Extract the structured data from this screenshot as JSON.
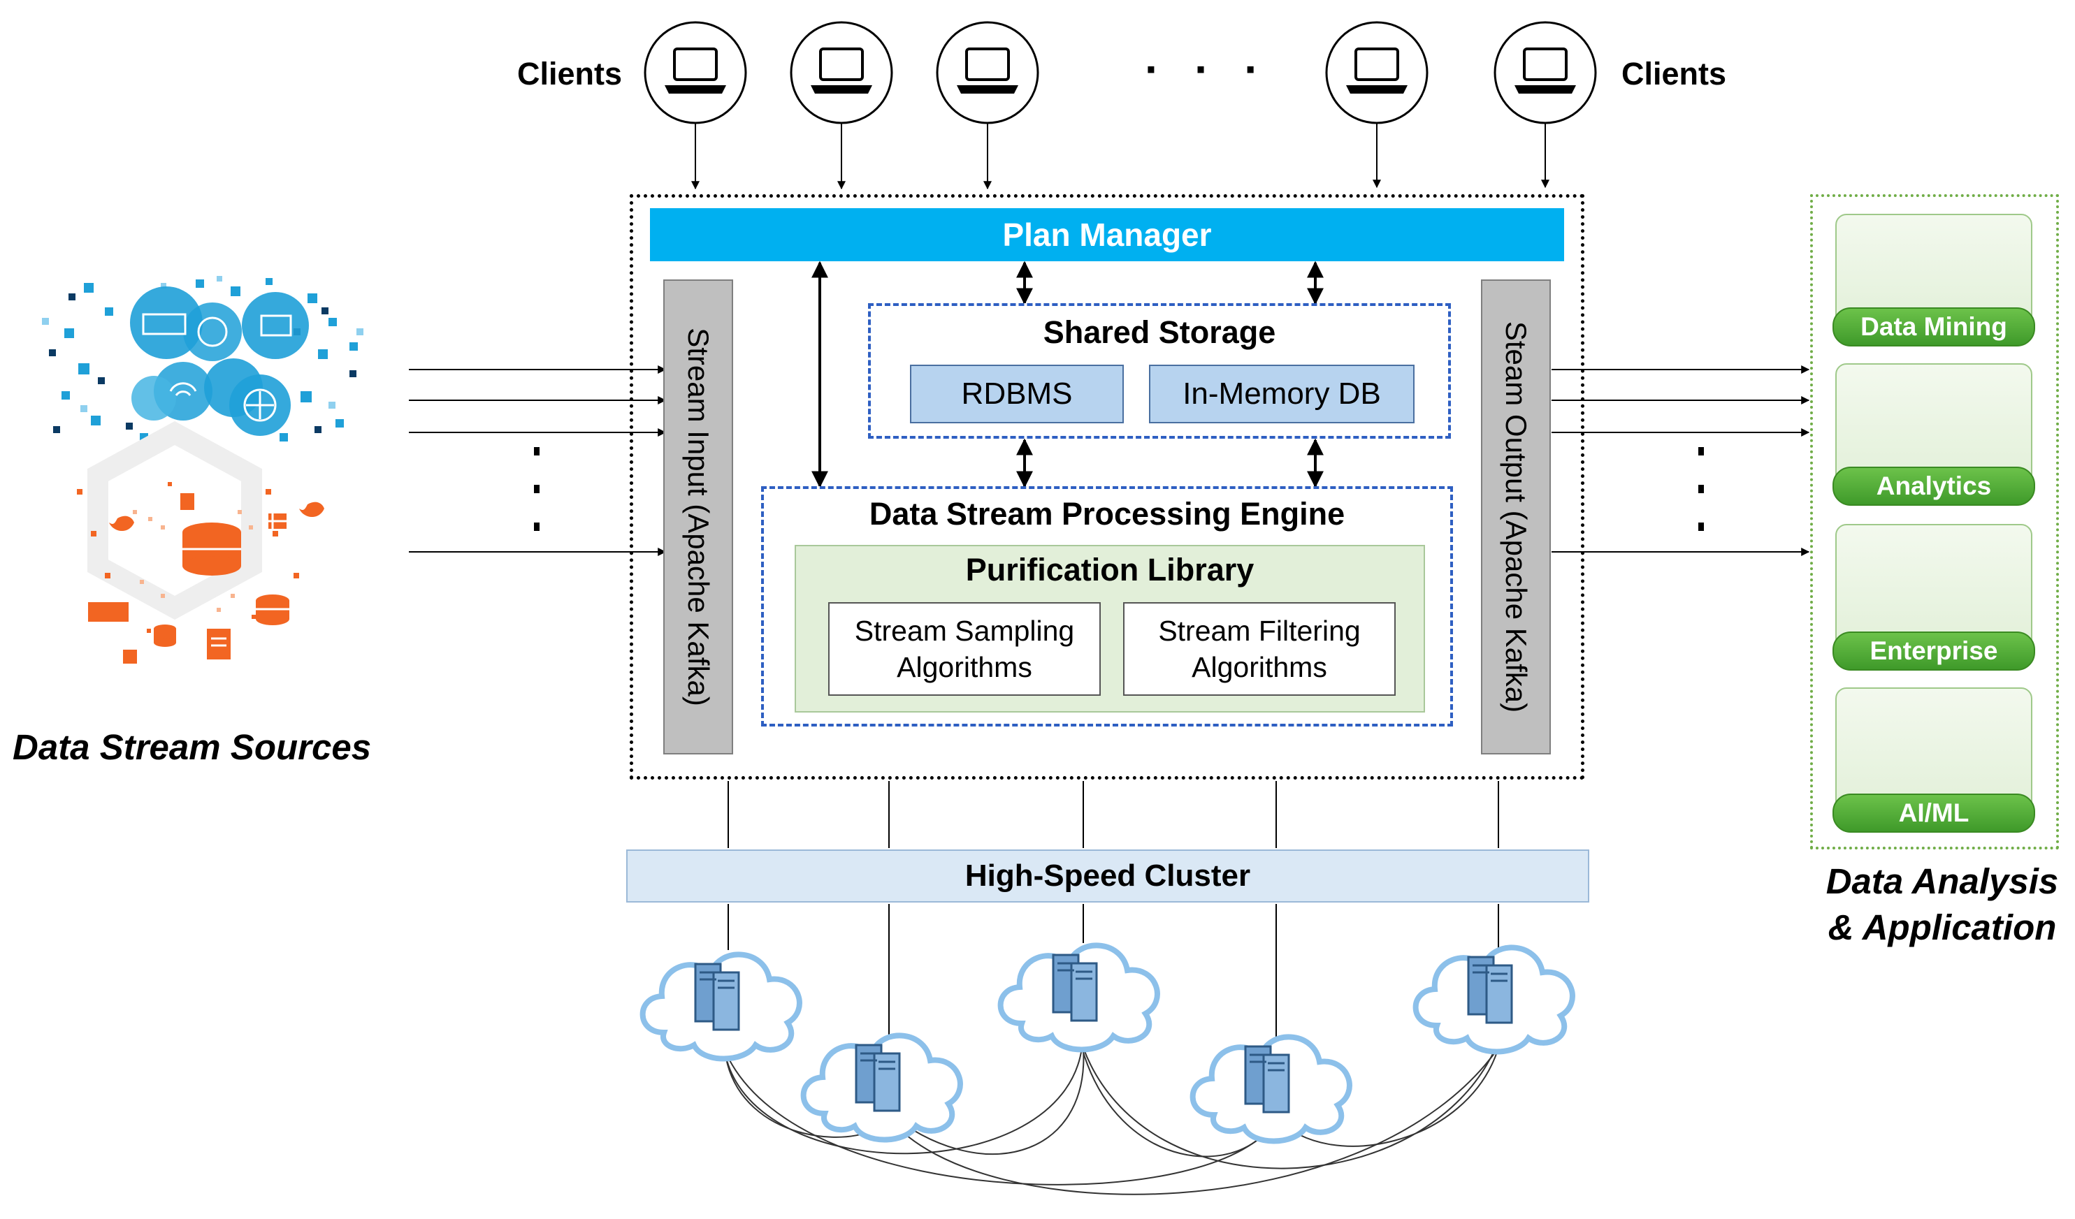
{
  "clients": {
    "left_label": "Clients",
    "right_label": "Clients",
    "ellipsis": "· · ·"
  },
  "core": {
    "plan_manager": "Plan Manager",
    "stream_input": "Stream Input (Apache Kafka)",
    "stream_output": "Steam Output  (Apache Kafka)",
    "shared_storage": {
      "title": "Shared Storage",
      "rdbms": "RDBMS",
      "in_memory": "In-Memory DB"
    },
    "engine": {
      "title": "Data Stream Processing Engine",
      "library": "Purification Library",
      "sampling": [
        "Stream Sampling",
        "Algorithms"
      ],
      "filtering": [
        "Stream Filtering",
        "Algorithms"
      ]
    }
  },
  "cluster": {
    "label": "High-Speed Cluster"
  },
  "sources": {
    "title": "Data Stream Sources"
  },
  "analysis": {
    "title_line1": "Data Analysis",
    "title_line2": "& Application",
    "apps": [
      {
        "label": "Data Mining"
      },
      {
        "label": "Analytics"
      },
      {
        "label": "Enterprise"
      },
      {
        "label": "AI/ML"
      }
    ]
  },
  "colors": {
    "plan_manager": "#00b0f0",
    "dashed_border": "#2e5fc2",
    "source_blue": "#1fa0d8",
    "source_orange": "#f26522",
    "app_green": "#4ea832"
  }
}
